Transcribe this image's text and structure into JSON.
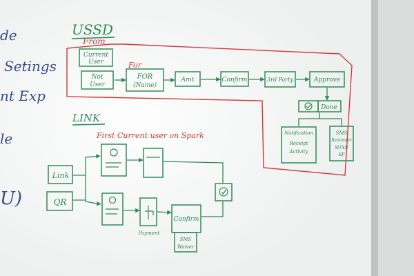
{
  "left_edge_words": [
    "de",
    "Setings",
    "nt Exp",
    "le",
    "U)"
  ],
  "ussd": {
    "title": "USSD",
    "from_label": "From",
    "for_label": "For",
    "current_user": [
      "Current",
      "User"
    ],
    "not_user": [
      "Not",
      "User"
    ],
    "for_name": [
      "FOR",
      "(Name)"
    ],
    "steps": [
      "Amt",
      "Confirm",
      "3rd Party",
      "Approve"
    ],
    "done": "Done",
    "notification": [
      "Notification",
      "Receipt",
      "Activity"
    ],
    "sms": [
      "SMS",
      "Reminder",
      "MTXN",
      "KP"
    ]
  },
  "link": {
    "title": "LINK",
    "subtitle": "First Current user on Spark",
    "inputs": [
      "Link",
      "QR"
    ],
    "payment_label": "Payment",
    "confirm": "Confirm",
    "sms_box": [
      "SMS",
      "Waiver"
    ]
  },
  "colors": {
    "board": "#eceeed",
    "marker_green": "#2e8b57",
    "marker_red": "#d23a3a",
    "marker_blue": "#3b4a8a"
  }
}
